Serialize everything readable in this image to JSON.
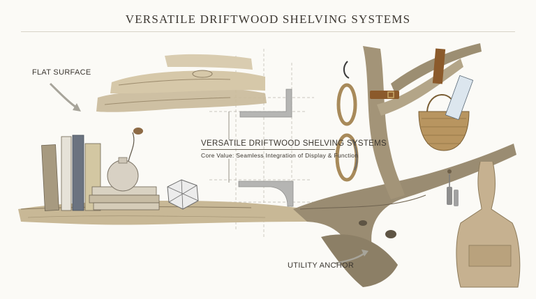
{
  "title": "VERSATILE DRIFTWOOD SHELVING SYSTEMS",
  "labels": {
    "flat_surface": "FLAT SURFACE",
    "utility_anchor": "UTILITY ANCHOR",
    "center_title": "VERSATILE DRIFTWOOD SHELVING SYSTEMS",
    "center_subtitle": "Core Value: Seamless Integration of Display & Function"
  },
  "colors": {
    "driftwood_light": "#cbbd9e",
    "driftwood_dark": "#8a7a5f",
    "bracket": "#a9a9a7",
    "leather": "#8b5a2b",
    "rope": "#a88a5a",
    "basket": "#b89560",
    "canvas_apron": "#c6b190",
    "book_blue": "#6b7380",
    "text": "#3b3630"
  },
  "icons": [
    "driftwood-plank-icon",
    "bracket-icon",
    "book-icon",
    "vase-icon",
    "geometric-ornament-icon",
    "rope-coil-icon",
    "basket-icon",
    "apron-icon",
    "keys-icon",
    "branch-icon"
  ]
}
